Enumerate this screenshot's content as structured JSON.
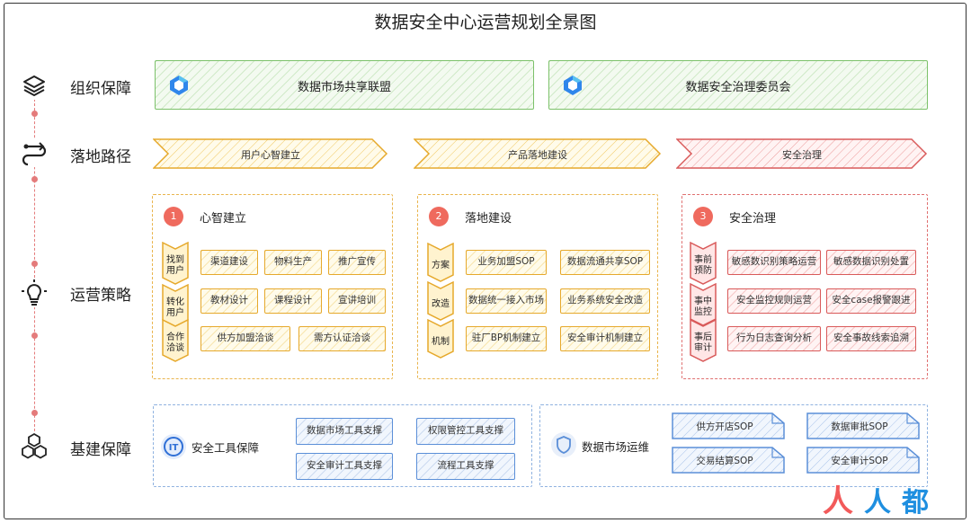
{
  "title": "数据安全中心运营规划全景图",
  "rows": {
    "org": "组织保障",
    "path": "落地路径",
    "strategy": "运营策略",
    "infra": "基建保障"
  },
  "org": {
    "alliance": "数据市场共享联盟",
    "committee": "数据安全治理委员会"
  },
  "paths": [
    "用户心智建立",
    "产品落地建设",
    "安全治理"
  ],
  "panels": [
    {
      "num": "1",
      "title": "心智建立",
      "color": "yellow",
      "rows": [
        {
          "tag": [
            "找到",
            "用户"
          ],
          "items": [
            "渠道建设",
            "物料生产",
            "推广宣传"
          ]
        },
        {
          "tag": [
            "转化",
            "用户"
          ],
          "items": [
            "教材设计",
            "课程设计",
            "宣讲培训"
          ]
        },
        {
          "tag": [
            "合作",
            "洽谈"
          ],
          "items": [
            "供方加盟洽谈",
            "需方认证洽谈"
          ]
        }
      ]
    },
    {
      "num": "2",
      "title": "落地建设",
      "color": "yellow",
      "rows": [
        {
          "tag": [
            "方案"
          ],
          "items": [
            "业务加盟SOP",
            "数据流通共享SOP"
          ]
        },
        {
          "tag": [
            "改造"
          ],
          "items": [
            "数据统一接入市场",
            "业务系统安全改造"
          ]
        },
        {
          "tag": [
            "机制"
          ],
          "items": [
            "驻厂BP机制建立",
            "安全审计机制建立"
          ]
        }
      ]
    },
    {
      "num": "3",
      "title": "安全治理",
      "color": "red",
      "rows": [
        {
          "tag": [
            "事前",
            "预防"
          ],
          "items": [
            "敏感数识别策略运营",
            "敏感数据识别处置"
          ]
        },
        {
          "tag": [
            "事中",
            "监控"
          ],
          "items": [
            "安全监控规则运营",
            "安全case报警跟进"
          ]
        },
        {
          "tag": [
            "事后",
            "审计"
          ],
          "items": [
            "行为日志查询分析",
            "安全事故线索追溯"
          ]
        }
      ]
    }
  ],
  "infra": {
    "tools": {
      "title": "安全工具保障",
      "items": [
        "数据市场工具支撑",
        "权限管控工具支撑",
        "安全审计工具支撑",
        "流程工具支撑"
      ]
    },
    "ops": {
      "title": "数据市场运维",
      "items": [
        "供方开店SOP",
        "数据审批SOP",
        "交易结算SOP",
        "安全审计SOP"
      ]
    }
  },
  "watermark": "人人都是产品经理"
}
